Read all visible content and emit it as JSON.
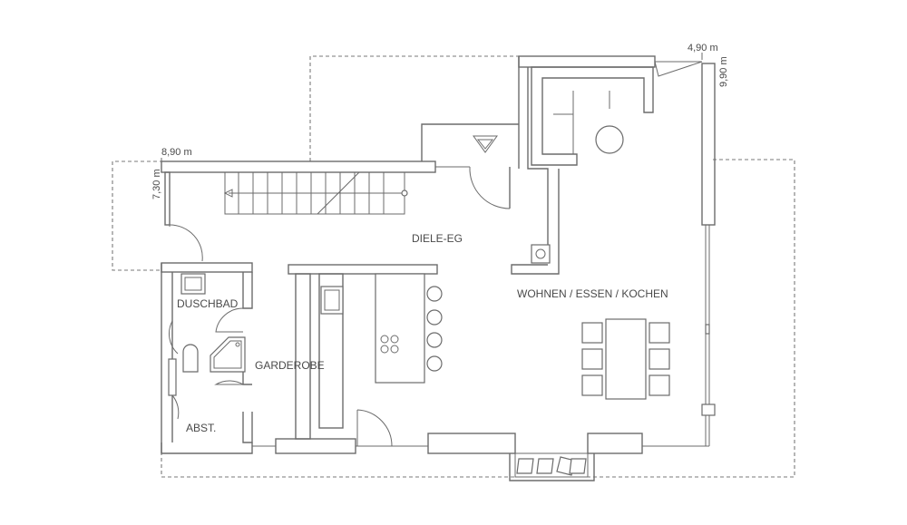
{
  "rooms": {
    "diele": "DIELE-EG",
    "wohnen": "WOHNEN / ESSEN / KOCHEN",
    "duschbad": "DUSCHBAD",
    "garderobe": "GARDEROBE",
    "abst": "ABST."
  },
  "dimensions": {
    "left_width": "8,90 m",
    "left_depth": "7,30 m",
    "right_width": "4,90 m",
    "right_depth": "9,90 m"
  }
}
